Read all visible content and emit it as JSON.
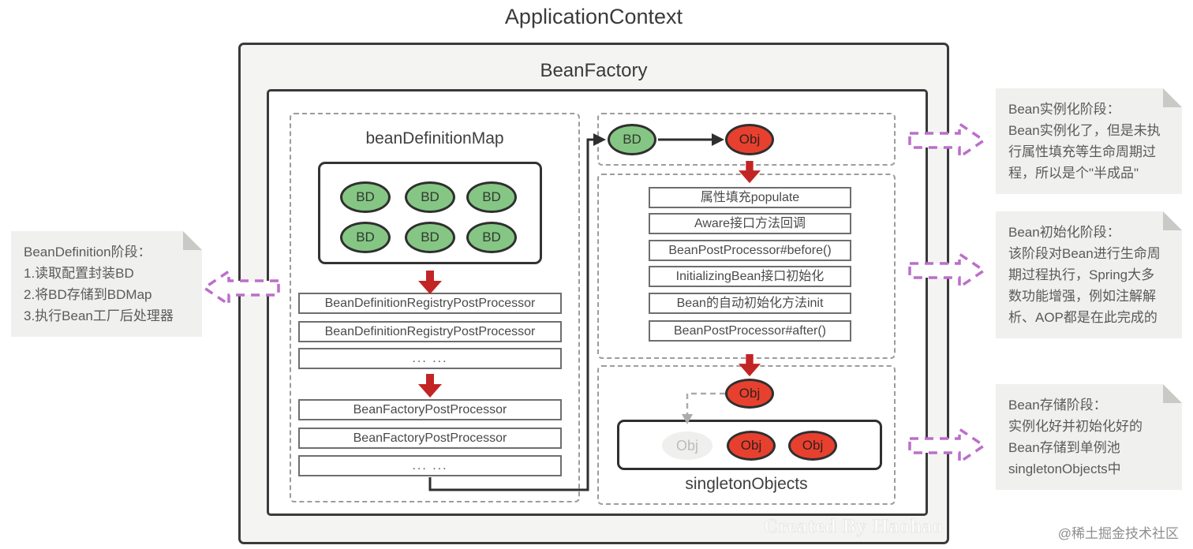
{
  "page": {
    "title": "ApplicationContext",
    "watermark": "Created By Haohao",
    "credit": "@稀土掘金技术社区"
  },
  "bean_factory": {
    "label": "BeanFactory"
  },
  "bean_definition_map": {
    "label": "beanDefinitionMap",
    "bd": "BD",
    "registry_processors": [
      "BeanDefinitionRegistryPostProcessor",
      "BeanDefinitionRegistryPostProcessor",
      "... ..."
    ],
    "factory_processors": [
      "BeanFactoryPostProcessor",
      "BeanFactoryPostProcessor",
      "... ..."
    ]
  },
  "instantiation": {
    "bd": "BD",
    "obj": "Obj"
  },
  "initialization": {
    "steps": [
      "属性填充populate",
      "Aware接口方法回调",
      "BeanPostProcessor#before()",
      "InitializingBean接口初始化",
      "Bean的自动初始化方法init",
      "BeanPostProcessor#after()"
    ]
  },
  "storage": {
    "label": "singletonObjects",
    "incoming_obj": "Obj",
    "faded_obj": "Obj",
    "stored_objs": [
      "Obj",
      "Obj"
    ]
  },
  "notes": {
    "bean_definition": {
      "lines": [
        "BeanDefinition阶段：",
        "1.读取配置封装BD",
        "2.将BD存储到BDMap",
        "3.执行Bean工厂后处理器"
      ]
    },
    "instantiation": {
      "lines": [
        "Bean实例化阶段：",
        "Bean实例化了，但是未执",
        "行属性填充等生命周期过",
        "程，所以是个\"半成品\""
      ]
    },
    "initialization": {
      "lines": [
        "Bean初始化阶段：",
        "该阶段对Bean进行生命周",
        "期过程执行，Spring大多",
        "数功能增强，例如注解解",
        "析、AOP都是在此完成的"
      ]
    },
    "storage": {
      "lines": [
        "Bean存储阶段：",
        "实例化好并初始化好的",
        "Bean存储到单例池",
        "singletonObjects中"
      ]
    }
  },
  "colors": {
    "green": "#85c684",
    "red_oval": "#e8402f",
    "arrow_red": "#c32424",
    "purple": "#bb6fc9",
    "dash_gray": "#9c9c9c"
  }
}
